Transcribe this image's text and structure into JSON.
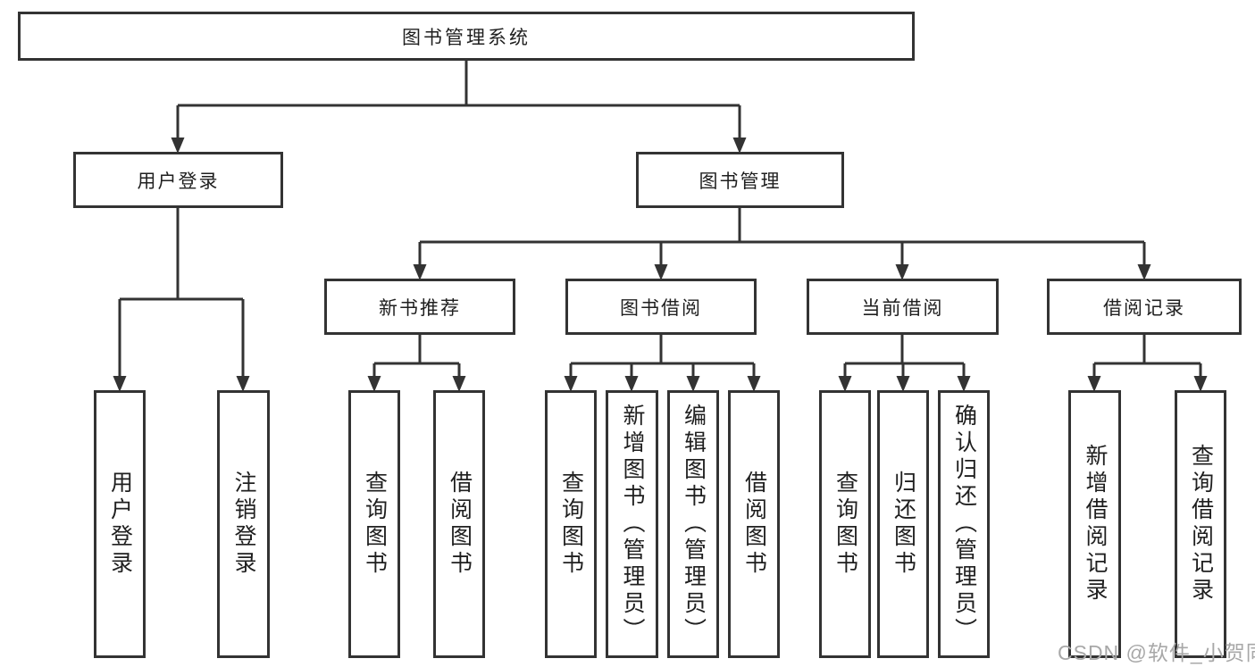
{
  "diagram": {
    "root": {
      "label": "图书管理系统"
    },
    "level2": [
      {
        "label": "用户登录"
      },
      {
        "label": "图书管理"
      }
    ],
    "level3": [
      {
        "label": "新书推荐",
        "parent": "图书管理"
      },
      {
        "label": "图书借阅",
        "parent": "图书管理"
      },
      {
        "label": "当前借阅",
        "parent": "图书管理"
      },
      {
        "label": "借阅记录",
        "parent": "图书管理"
      }
    ],
    "leaves": [
      {
        "label": "用户登录",
        "parent": "用户登录"
      },
      {
        "label": "注销登录",
        "parent": "用户登录"
      },
      {
        "label": "查询图书",
        "parent": "新书推荐"
      },
      {
        "label": "借阅图书",
        "parent": "新书推荐"
      },
      {
        "label": "查询图书",
        "parent": "图书借阅"
      },
      {
        "label": "新增图书（管理员）",
        "parent": "图书借阅"
      },
      {
        "label": "编辑图书（管理员）",
        "parent": "图书借阅"
      },
      {
        "label": "借阅图书",
        "parent": "图书借阅"
      },
      {
        "label": "查询图书",
        "parent": "当前借阅"
      },
      {
        "label": "归还图书",
        "parent": "当前借阅"
      },
      {
        "label": "确认归还（管理员）",
        "parent": "当前借阅"
      },
      {
        "label": "新增借阅记录",
        "parent": "借阅记录"
      },
      {
        "label": "查询借阅记录",
        "parent": "借阅记录"
      }
    ]
  },
  "watermark": {
    "text": "CSDN @软件_小贺同学"
  },
  "colors": {
    "stroke": "#333333",
    "ink": "#1f1f1f",
    "watermark": "#a8a8a8",
    "background": "#ffffff"
  }
}
